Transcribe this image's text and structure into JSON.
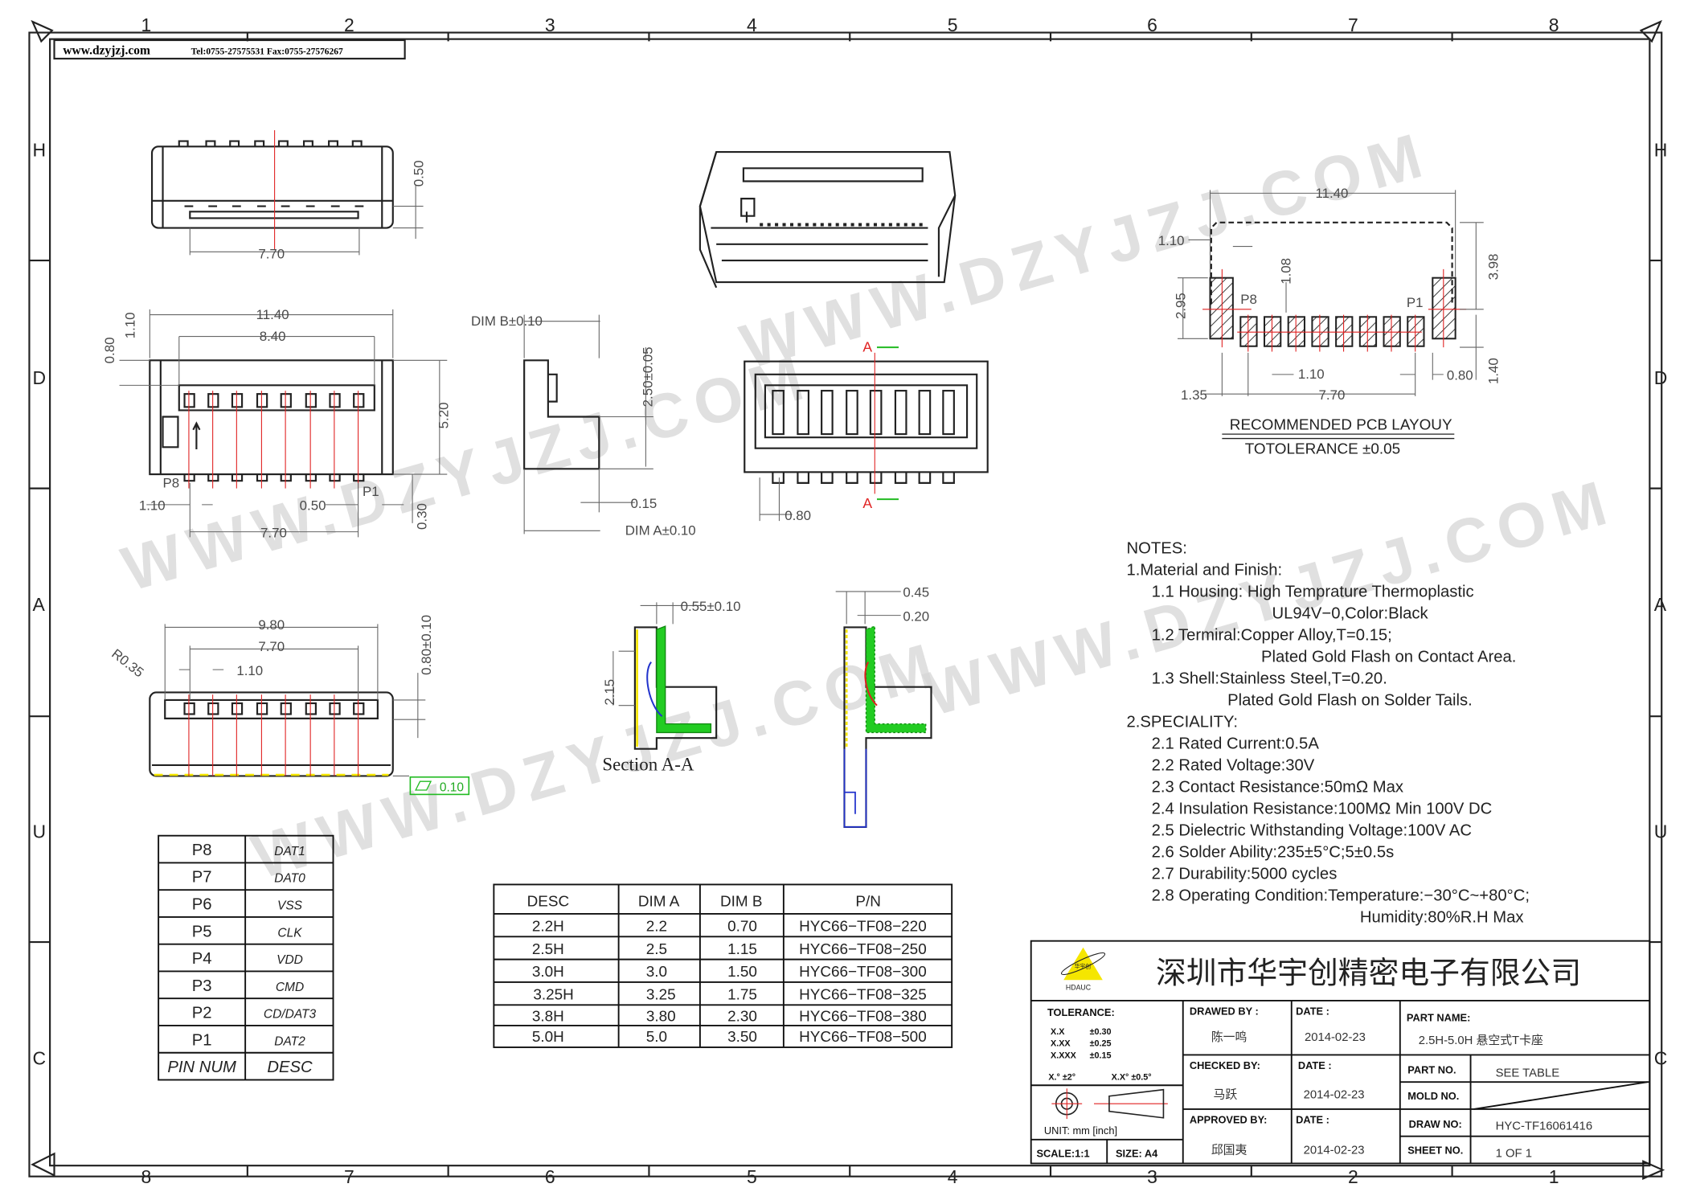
{
  "header": {
    "site": "www.dzyjzj.com",
    "contact": "Tel:0755-27575531  Fax:0755-27576267"
  },
  "zones": {
    "top": [
      "1",
      "2",
      "3",
      "4",
      "5",
      "6",
      "7",
      "8"
    ],
    "bottom": [
      "8",
      "7",
      "6",
      "5",
      "4",
      "3",
      "2",
      "1"
    ],
    "side": [
      "H",
      "D",
      "A",
      "U",
      "C"
    ]
  },
  "watermark": "WWW.DZYJZJ.COM",
  "views": {
    "top": {
      "d1": "0.50",
      "d2": "7.70"
    },
    "front": {
      "d1": "11.40",
      "d2": "8.40",
      "d3": "0.80",
      "d4": "1.10",
      "d5": "5.20",
      "p8": "P8",
      "p1": "P1",
      "d6": "1.10",
      "d7": "0.50",
      "d8": "7.70",
      "d9": "0.30"
    },
    "side": {
      "b": "DIM B±0.10",
      "h": "2.50±0.05",
      "t": "0.15",
      "a": "DIM A±0.10"
    },
    "rear": {
      "a1": "A",
      "a2": "A",
      "d1": "0.80"
    },
    "bottom": {
      "d1": "9.80",
      "d2": "7.70",
      "d3": "1.10",
      "r": "R0.35",
      "d4": "0.80±0.10",
      "flat": "0.10"
    },
    "section": {
      "d1": "0.55±0.10",
      "d2": "2.15",
      "title": "Section A-A",
      "d3": "0.45",
      "d4": "0.20"
    }
  },
  "pcb": {
    "d_width": "11.40",
    "d_left": "1.10",
    "d_108": "1.08",
    "d_398": "3.98",
    "d_295": "2.95",
    "p8": "P8",
    "p1": "P1",
    "d_pitch": "1.10",
    "d_080": "0.80",
    "d_140": "1.40",
    "d_135": "1.35",
    "d_770": "7.70",
    "title": "RECOMMENDED  PCB  LAYOUY",
    "tolerance": "TOTOLERANCE  ±0.05"
  },
  "notes": [
    "NOTES:",
    "1.Material  and  Finish:",
    "1.1  Housing:  High  Temprature  Thermoplastic",
    "UL94V−0,Color:Black",
    "1.2  Termiral:Copper  Alloy,T=0.15;",
    "Plated  Gold  Flash  on  Contact  Area.",
    "1.3  Shell:Stainless  Steel,T=0.20.",
    "Plated  Gold  Flash  on  Solder  Tails.",
    "2.SPECIALITY:",
    "2.1  Rated  Current:0.5A",
    "2.2  Rated  Voltage:30V",
    "2.3  Contact  Resistance:50mΩ  Max",
    "2.4  Insulation  Resistance:100MΩ  Min  100V  DC",
    "2.5  Dielectric  Withstanding  Voltage:100V  AC",
    "2.6  Solder  Ability:235±5°C;5±0.5s",
    "2.7  Durability:5000  cycles",
    "2.8  Operating  Condition:Temperature:−30°C~+80°C;",
    "Humidity:80%R.H  Max"
  ],
  "pin_table": {
    "rows": [
      [
        "P8",
        "DAT1"
      ],
      [
        "P7",
        "DAT0"
      ],
      [
        "P6",
        "VSS"
      ],
      [
        "P5",
        "CLK"
      ],
      [
        "P4",
        "VDD"
      ],
      [
        "P3",
        "CMD"
      ],
      [
        "P2",
        "CD/DAT3"
      ],
      [
        "P1",
        "DAT2"
      ]
    ],
    "header": [
      "PIN  NUM",
      "DESC"
    ]
  },
  "dim_table": {
    "header": [
      "DESC",
      "DIM  A",
      "DIM  B",
      "P/N"
    ],
    "rows": [
      [
        "2.2H",
        "2.2",
        "0.70",
        "HYC66−TF08−220"
      ],
      [
        "2.5H",
        "2.5",
        "1.15",
        "HYC66−TF08−250"
      ],
      [
        "3.0H",
        "3.0",
        "1.50",
        "HYC66−TF08−300"
      ],
      [
        "3.25H",
        "3.25",
        "1.75",
        "HYC66−TF08−325"
      ],
      [
        "3.8H",
        "3.80",
        "2.30",
        "HYC66−TF08−380"
      ],
      [
        "5.0H",
        "5.0",
        "3.50",
        "HYC66−TF08−500"
      ]
    ]
  },
  "title_block": {
    "company": "深圳市华宇创精密电子有限公司",
    "logo_text": "华宇创",
    "logo_brand": "HDAUC",
    "tolerance_label": "TOLERANCE:",
    "tolerances": [
      [
        "X.X",
        "±0.30"
      ],
      [
        "X.XX",
        "±0.25"
      ],
      [
        "X.XXX",
        "±0.15"
      ]
    ],
    "angle_tol": [
      "X.°  ±2°",
      "X.X°  ±0.5°"
    ],
    "unit": "UNIT:  mm  [inch]",
    "scale": "SCALE:1:1",
    "size": "SIZE:  A4",
    "drawed_label": "DRAWED  BY :",
    "drawed": "陈一鸣",
    "checked_label": "CHECKED  BY:",
    "checked": "马跃",
    "approved_label": "APPROVED  BY:",
    "approved": "邱国夷",
    "date_label": "DATE  :",
    "dates": [
      "2014-02-23",
      "2014-02-23",
      "2014-02-23"
    ],
    "part_name_label": "PART  NAME:",
    "part_name": "2.5H-5.0H 悬空式T卡座",
    "part_no_label": "PART  NO.",
    "part_no": "SEE  TABLE",
    "mold_no_label": "MOLD  NO.",
    "draw_no_label": "DRAW  NO:",
    "draw_no": "HYC-TF16061416",
    "sheet_no_label": "SHEET  NO.",
    "sheet_no": "1  OF  1"
  },
  "colors": {
    "centerline": "#e02020",
    "section_fill": "#22cc22",
    "section_wire": "#2233cc",
    "accent": "#f5e600"
  }
}
